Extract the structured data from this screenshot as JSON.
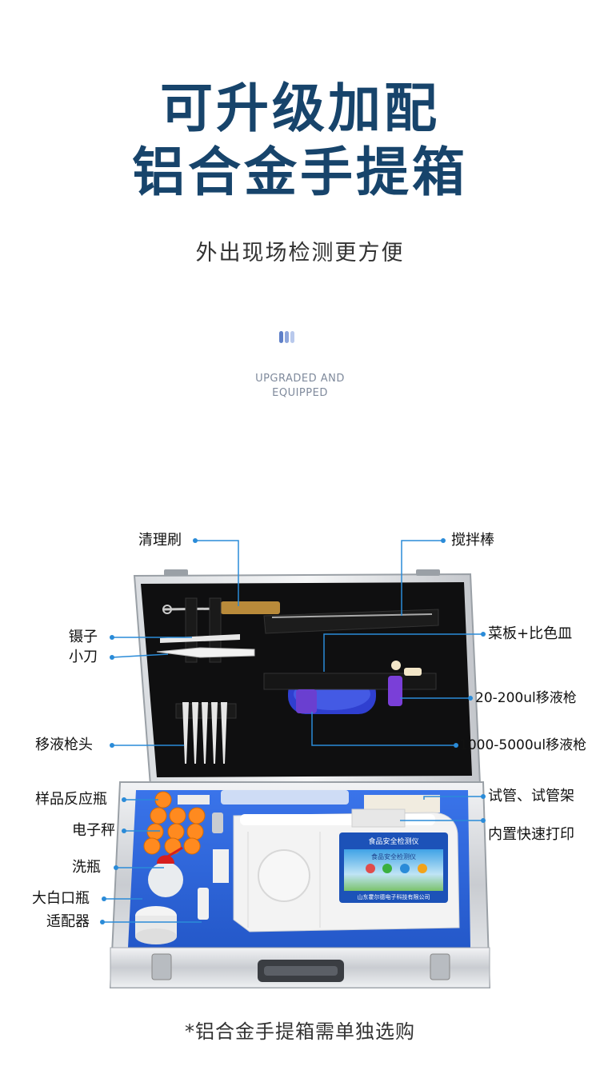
{
  "heading": {
    "line1": "可升级加配",
    "line2": "铝合金手提箱",
    "subtitle": "外出现场检测更方便",
    "english_line1": "UPGRADED AND",
    "english_line2": "EQUIPPED"
  },
  "colors": {
    "title": "#17446b",
    "leader_line": "#2a8bd8",
    "case_inner": "#0f0f10",
    "tray": "#2f68e0",
    "instrument_screen": "#1c52b8"
  },
  "callouts": {
    "brush": "清理刷",
    "stir_rod": "搅拌棒",
    "tweezers": "镊子",
    "knife": "小刀",
    "plate": "菜板+比色皿",
    "pipette_small": "20-200ul移液枪",
    "pipette_tips": "移液枪头",
    "pipette_large": "1000-5000ul移液枪",
    "sample_bottle": "样品反应瓶",
    "tube_rack": "试管、试管架",
    "scale": "电子秤",
    "printer": "内置快速打印",
    "wash_bottle": "洗瓶",
    "wide_bottle": "大白口瓶",
    "adapter": "适配器"
  },
  "instrument": {
    "screen_title": "食品安全检测仪",
    "screen_banner": "食品安全检测仪",
    "screen_company": "山东霍尔德电子科技有限公司"
  },
  "footer_note": "*铝合金手提箱需单独选购"
}
